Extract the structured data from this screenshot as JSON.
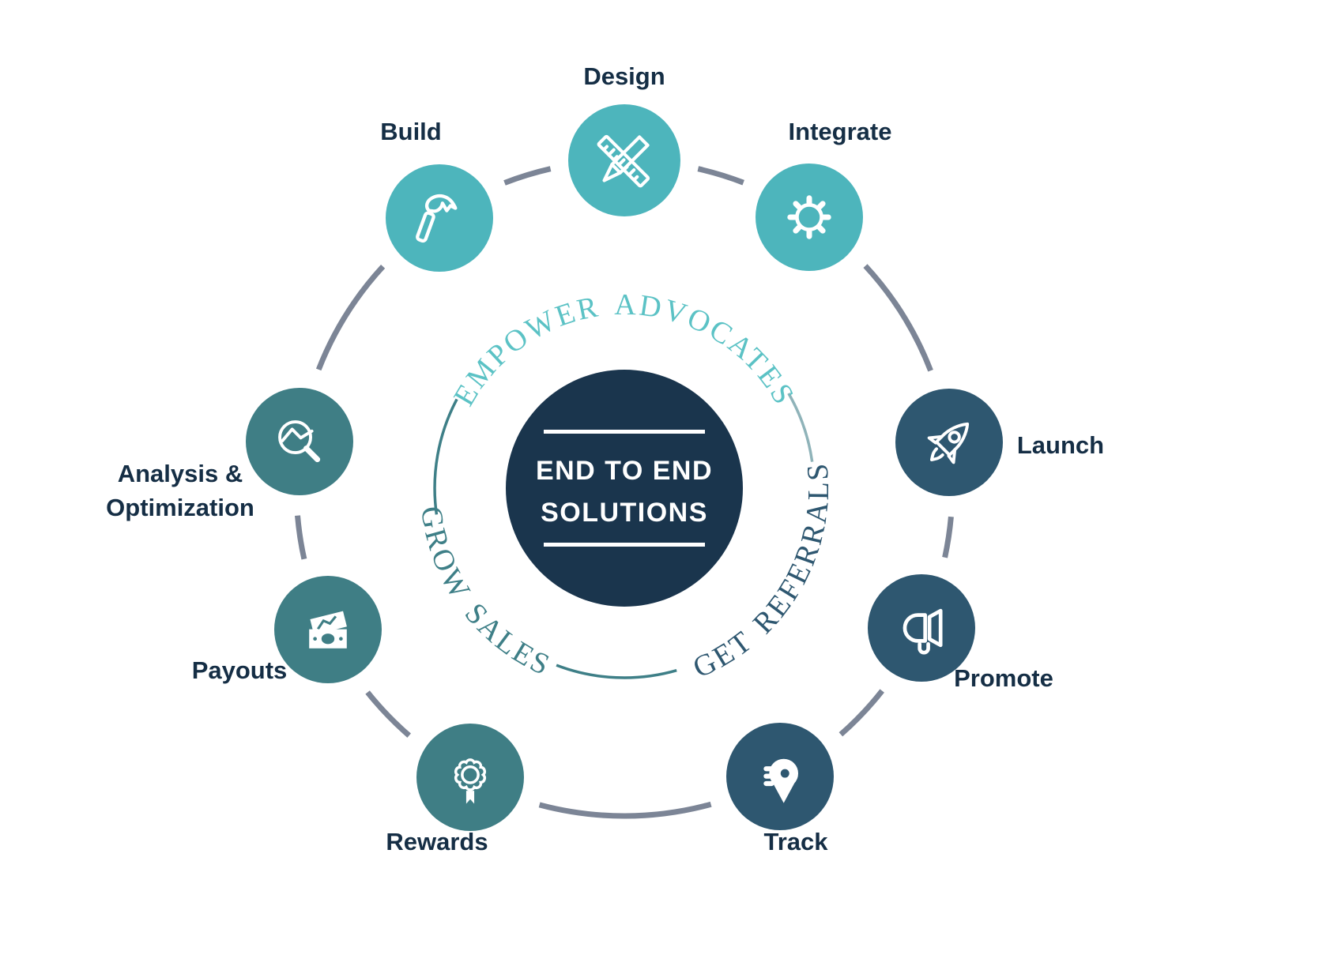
{
  "center": {
    "line1": "END TO END",
    "line2": "SOLUTIONS",
    "fill": "#1a354d",
    "text_color": "#ffffff",
    "rule_color": "#ffffff"
  },
  "ring": {
    "color": "#7c8596"
  },
  "arc_texts": {
    "empower": {
      "text": "EMPOWER ADVOCATES",
      "color": "#5bc2c5",
      "position": "top"
    },
    "grow": {
      "text": "GROW SALES",
      "color": "#3e7f87",
      "position": "bottom-left"
    },
    "referrals": {
      "text": "GET REFERRALS",
      "color": "#2e5770",
      "position": "bottom-right"
    }
  },
  "inner_arcs": {
    "left_color": "#3e7f87",
    "bottom_color": "#3e7f87",
    "right_color": "#8fb3b9"
  },
  "nodes": [
    {
      "id": "design",
      "label": "Design",
      "icon": "ruler-pencil-icon",
      "color": "#4db5bc"
    },
    {
      "id": "build",
      "label": "Build",
      "icon": "hammer-icon",
      "color": "#4db5bc"
    },
    {
      "id": "integrate",
      "label": "Integrate",
      "icon": "gear-icon",
      "color": "#4db5bc"
    },
    {
      "id": "launch",
      "label": "Launch",
      "icon": "rocket-icon",
      "color": "#2e5770"
    },
    {
      "id": "promote",
      "label": "Promote",
      "icon": "megaphone-icon",
      "color": "#2e5770"
    },
    {
      "id": "track",
      "label": "Track",
      "icon": "map-pin-icon",
      "color": "#2e5770"
    },
    {
      "id": "rewards",
      "label": "Rewards",
      "icon": "award-badge-icon",
      "color": "#3f7e85"
    },
    {
      "id": "payouts",
      "label": "Payouts",
      "icon": "banknotes-icon",
      "color": "#3f7e85"
    },
    {
      "id": "analysis",
      "label": "Analysis &",
      "label2": "Optimization",
      "icon": "magnifier-chart-icon",
      "color": "#3f7e85"
    }
  ]
}
